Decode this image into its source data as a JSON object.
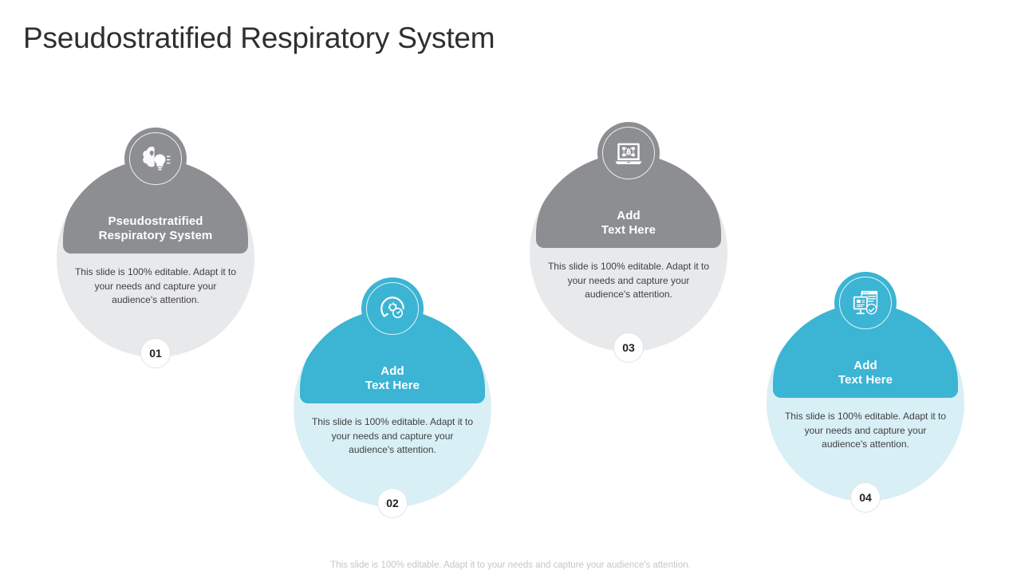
{
  "slide": {
    "title": "Pseudostratified Respiratory System",
    "footer_note": "This slide is 100% editable. Adapt it to your needs and capture your audience's attention."
  },
  "theme": {
    "gray_cap": "#8c8e92",
    "gray_body": "#e8e9eb",
    "teal_cap": "#3cb4d4",
    "teal_body": "#d9eff6",
    "title_color": "#2f2f2f",
    "body_text_color": "#3f3f3f",
    "badge_text_color": "#1f1f1f",
    "footer_color": "#c3c6ca"
  },
  "items": [
    {
      "number": "01",
      "title": "Pseudostratified\nRespiratory System",
      "title_line1": "Pseudostratified",
      "title_line2": "Respiratory System",
      "body": "This slide is 100% editable. Adapt it to your needs and capture your audience's attention.",
      "icon": "brain-lightbulb-idea-icon",
      "cap_color": "#8c8e92",
      "body_color": "#e8e9eb",
      "badge_color": "#8c8e92"
    },
    {
      "number": "02",
      "title": "Add\nText Here",
      "title_line1": "Add",
      "title_line2": "Text Here",
      "body": "This slide is 100% editable. Adapt it to your needs and capture your audience's attention.",
      "icon": "gear-stopwatch-efficiency-icon",
      "cap_color": "#3cb4d4",
      "body_color": "#d9eff6",
      "badge_color": "#3cb4d4"
    },
    {
      "number": "03",
      "title": "Add\nText Here",
      "title_line1": "Add",
      "title_line2": "Text Here",
      "body": "This slide is 100% editable. Adapt it to your needs and capture your audience's attention.",
      "icon": "laptop-network-lock-security-icon",
      "cap_color": "#8c8e92",
      "body_color": "#e8e9eb",
      "badge_color": "#8c8e92"
    },
    {
      "number": "04",
      "title": "Add\nText Here",
      "title_line1": "Add",
      "title_line2": "Text Here",
      "body": "This slide is 100% editable. Adapt it to your needs and capture your audience's attention.",
      "icon": "monitor-document-check-approved-icon",
      "cap_color": "#3cb4d4",
      "body_color": "#d9eff6",
      "badge_color": "#3cb4d4"
    }
  ]
}
